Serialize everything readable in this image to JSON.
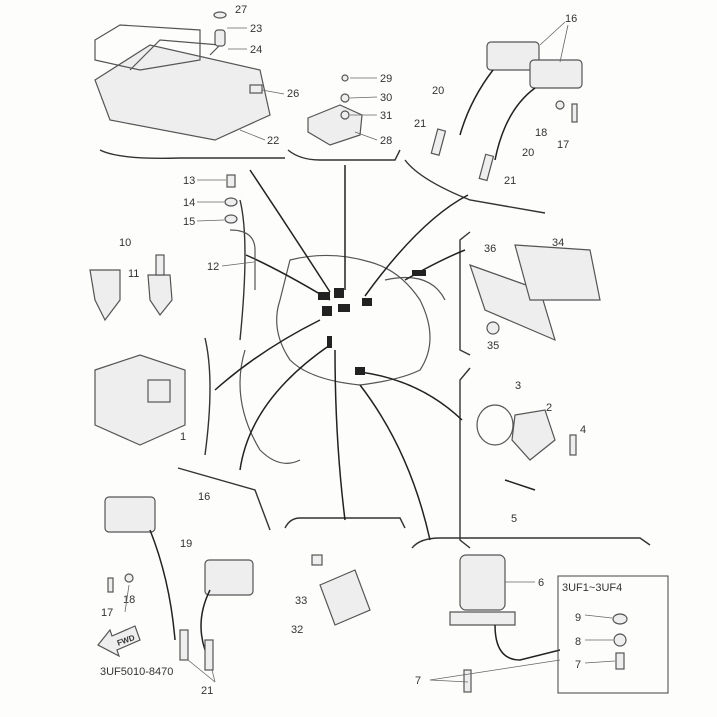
{
  "callouts": [
    "27",
    "23",
    "24",
    "26",
    "22",
    "29",
    "30",
    "31",
    "28",
    "16",
    "20",
    "21",
    "18",
    "17",
    "20",
    "21",
    "13",
    "14",
    "15",
    "12",
    "10",
    "11",
    "36",
    "34",
    "35",
    "3",
    "2",
    "4",
    "5",
    "1",
    "16",
    "19",
    "18",
    "17",
    "21",
    "33",
    "32",
    "6",
    "9",
    "8",
    "7",
    "7"
  ],
  "variant_box_title": "3UF1~3UF4",
  "part_code": "3UF5010-8470",
  "fwd_label": "FWD"
}
